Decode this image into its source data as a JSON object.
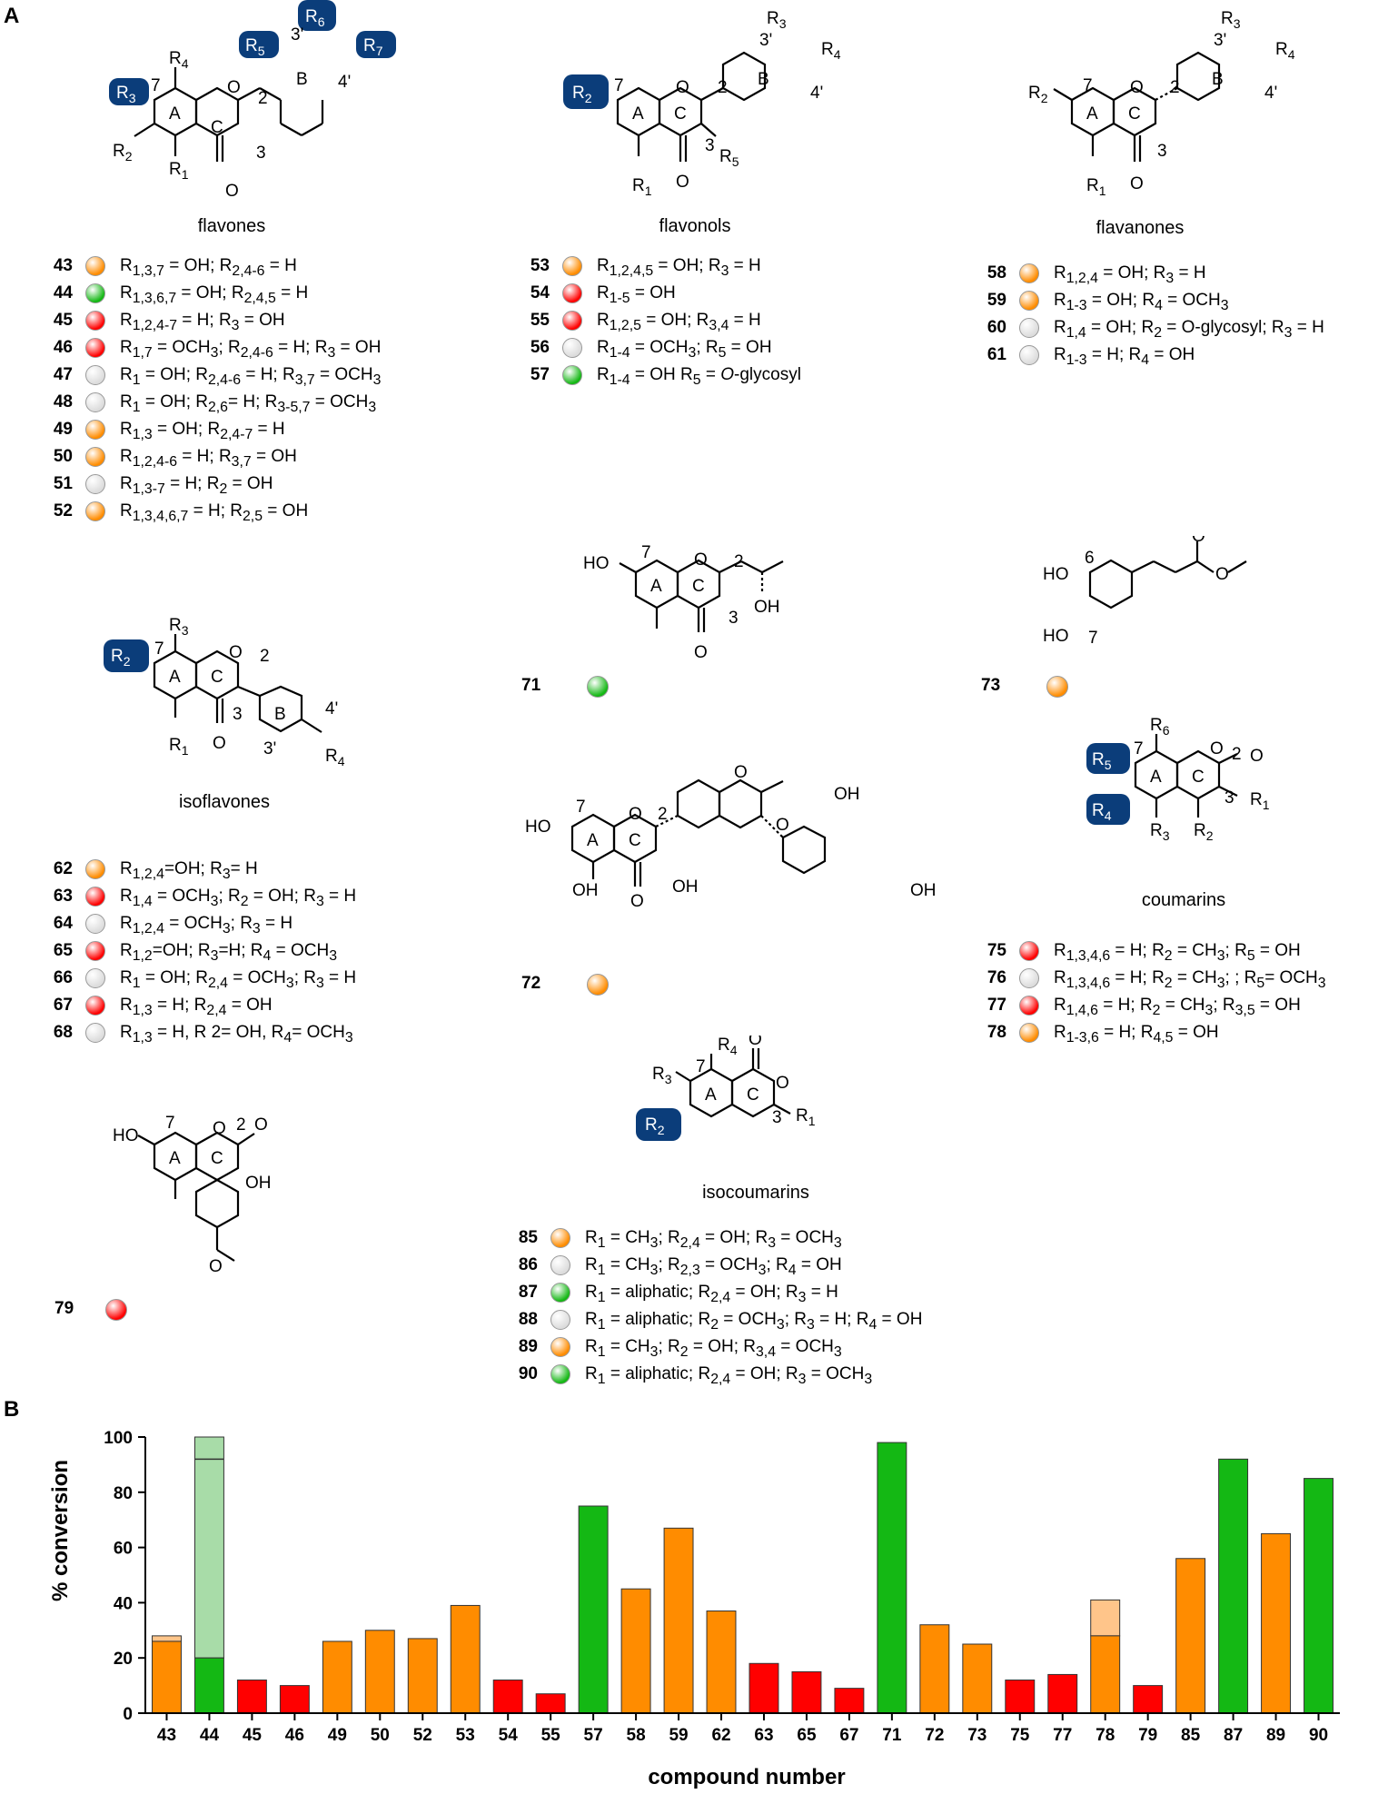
{
  "panels": {
    "a": "A",
    "b": "B"
  },
  "colors": {
    "orange": "#FF8C00",
    "red": "#FF0000",
    "green": "#14B814",
    "grey": "#DCDCDC",
    "light_green": "#A8DCA8",
    "light_orange": "#FFC58A",
    "r_group": "#0B3D7A"
  },
  "classes": {
    "flavones": {
      "title": "flavones",
      "labels": [
        "R4",
        "R3",
        "R2",
        "R1",
        "R5",
        "R6",
        "R7",
        "7",
        "2",
        "3",
        "3'",
        "4'",
        "A",
        "B",
        "C",
        "O",
        "O"
      ],
      "entries": [
        {
          "num": "43",
          "color": "orange",
          "text": "R1,3,7 = OH; R2,4-6 = H"
        },
        {
          "num": "44",
          "color": "green",
          "text": "R1,3,6,7 = OH; R2,4,5 = H"
        },
        {
          "num": "45",
          "color": "red",
          "text": "R1,2,4-7 = H; R3 = OH"
        },
        {
          "num": "46",
          "color": "red",
          "text": "R1,7 = OCH3;  R2,4-6 = H; R3 = OH"
        },
        {
          "num": "47",
          "color": "grey",
          "text": "R1 = OH; R2,4-6 = H; R3,7 = OCH3"
        },
        {
          "num": "48",
          "color": "grey",
          "text": "R1 = OH; R2,6= H; R3-5,7 = OCH3"
        },
        {
          "num": "49",
          "color": "orange",
          "text": "R1,3 = OH; R2,4-7 = H"
        },
        {
          "num": "50",
          "color": "orange",
          "text": "R1,2,4-6 = H; R3,7 = OH"
        },
        {
          "num": "51",
          "color": "grey",
          "text": "R1,3-7 = H; R2 = OH"
        },
        {
          "num": "52",
          "color": "orange",
          "text": "R1,3,4,6,7 = H; R2,5 = OH"
        }
      ]
    },
    "flavonols": {
      "title": "flavonols",
      "labels": [
        "R3",
        "R4",
        "R2",
        "R1",
        "R5",
        "7",
        "2",
        "3",
        "3'",
        "4'",
        "A",
        "B",
        "C",
        "O",
        "O"
      ],
      "entries": [
        {
          "num": "53",
          "color": "orange",
          "text": "R1,2,4,5 = OH; R3 = H"
        },
        {
          "num": "54",
          "color": "red",
          "text": "R1-5 = OH"
        },
        {
          "num": "55",
          "color": "red",
          "text": "R1,2,5 = OH; R3,4 = H"
        },
        {
          "num": "56",
          "color": "grey",
          "text": "R1-4 = OCH3; R5 = OH"
        },
        {
          "num": "57",
          "color": "green",
          "text": "R1-4 = OH R5 = O-glycosyl"
        }
      ]
    },
    "flavanones": {
      "title": "flavanones",
      "labels": [
        "R3",
        "R4",
        "R2",
        "R1",
        "7",
        "2",
        "3",
        "3'",
        "4'",
        "A",
        "B",
        "C",
        "O",
        "O"
      ],
      "entries": [
        {
          "num": "58",
          "color": "orange",
          "text": "R1,2,4 = OH; R3 = H"
        },
        {
          "num": "59",
          "color": "orange",
          "text": "R1-3 = OH; R4 = OCH3"
        },
        {
          "num": "60",
          "color": "grey",
          "text": "R1,4 = OH; R2 = O-glycosyl; R3 = H"
        },
        {
          "num": "61",
          "color": "grey",
          "text": "R1-3 = H; R4 = OH"
        }
      ]
    },
    "isoflavones": {
      "title": "isoflavones",
      "labels": [
        "R3",
        "R2",
        "R1",
        "R4",
        "7",
        "2",
        "3",
        "3'",
        "4'",
        "A",
        "B",
        "C",
        "O",
        "O"
      ],
      "entries": [
        {
          "num": "62",
          "color": "orange",
          "text": "R1,2,4=OH; R3= H"
        },
        {
          "num": "63",
          "color": "red",
          "text": "R1,4 = OCH3; R2 = OH; R3 = H"
        },
        {
          "num": "64",
          "color": "grey",
          "text": "R1,2,4 = OCH3; R3 = H"
        },
        {
          "num": "65",
          "color": "red",
          "text": "R1,2=OH; R3=H; R4 = OCH3"
        },
        {
          "num": "66",
          "color": "grey",
          "text": "R1 = OH; R2,4 = OCH3; R3 = H"
        },
        {
          "num": "67",
          "color": "red",
          "text": "R1,3 = H; R2,4 = OH"
        },
        {
          "num": "68",
          "color": "grey",
          "text": "R1,3 = H, R 2= OH, R4= OCH3"
        }
      ]
    },
    "coumarins": {
      "title": "coumarins",
      "labels": [
        "R6",
        "R5",
        "R4",
        "R3",
        "R2",
        "R1",
        "7",
        "2",
        "3",
        "A",
        "C",
        "O",
        "O"
      ],
      "entries": [
        {
          "num": "75",
          "color": "red",
          "text": "R1,3,4,6 = H; R2 = CH3;  R5 = OH"
        },
        {
          "num": "76",
          "color": "grey",
          "text": "R1,3,4,6 = H; R2 = CH3; ; R5= OCH3"
        },
        {
          "num": "77",
          "color": "red",
          "text": "R1,4,6 = H; R2 = CH3; R3,5 = OH"
        },
        {
          "num": "78",
          "color": "orange",
          "text": "R1-3,6 = H; R4,5 = OH"
        }
      ]
    },
    "isocoumarins": {
      "title": "isocoumarins",
      "labels": [
        "R4",
        "R3",
        "R2",
        "R1",
        "7",
        "3",
        "A",
        "C",
        "O",
        "O"
      ],
      "entries": [
        {
          "num": "85",
          "color": "orange",
          "text": "R1 = CH3; R2,4 = OH; R3 = OCH3"
        },
        {
          "num": "86",
          "color": "grey",
          "text": "R1 = CH3; R2,3 = OCH3;  R4 = OH"
        },
        {
          "num": "87",
          "color": "green",
          "text": "R1 = aliphatic; R2,4 = OH; R3 = H"
        },
        {
          "num": "88",
          "color": "grey",
          "text": "R1 = aliphatic; R2 = OCH3; R3 = H; R4 = OH"
        },
        {
          "num": "89",
          "color": "orange",
          "text": "R1 = CH3; R2 = OH; R3,4 = OCH3"
        },
        {
          "num": "90",
          "color": "green",
          "text": "R1 = aliphatic; R2,4 = OH; R3 = OCH3"
        }
      ]
    }
  },
  "singles": {
    "c71": {
      "num": "71",
      "color": "green",
      "labels": [
        "HO",
        "7",
        "2",
        "3",
        "A",
        "C",
        "O",
        "O",
        "OH"
      ]
    },
    "c72": {
      "num": "72",
      "color": "orange",
      "labels": [
        "HO",
        "7",
        "2",
        "A",
        "C",
        "O",
        "O",
        "O",
        "O",
        "OH",
        "OH",
        "OH",
        "OH"
      ]
    },
    "c73": {
      "num": "73",
      "color": "orange",
      "labels": [
        "HO",
        "HO",
        "6",
        "7",
        "O",
        "O"
      ]
    },
    "c79": {
      "num": "79",
      "color": "red",
      "labels": [
        "HO",
        "7",
        "2",
        "A",
        "C",
        "O",
        "O",
        "OH",
        "O"
      ]
    }
  },
  "chart_data": {
    "type": "bar",
    "xlabel": "compound number",
    "ylabel": "% conversion",
    "ylim": [
      0,
      100
    ],
    "yticks": [
      "0",
      "20",
      "40",
      "60",
      "80",
      "100"
    ],
    "categories": [
      "43",
      "44",
      "45",
      "46",
      "49",
      "50",
      "52",
      "53",
      "54",
      "55",
      "57",
      "58",
      "59",
      "62",
      "63",
      "65",
      "67",
      "71",
      "72",
      "73",
      "75",
      "77",
      "78",
      "79",
      "85",
      "87",
      "89",
      "90"
    ],
    "values": [
      26,
      20,
      12,
      10,
      26,
      30,
      27,
      39,
      12,
      7,
      75,
      45,
      67,
      37,
      18,
      15,
      9,
      98,
      32,
      25,
      12,
      14,
      28,
      10,
      56,
      92,
      65,
      85
    ],
    "extra_values": [
      2,
      80,
      0,
      0,
      0,
      0,
      0,
      0,
      0,
      0,
      0,
      0,
      0,
      0,
      0,
      0,
      0,
      0,
      0,
      0,
      0,
      0,
      13,
      0,
      0,
      0,
      0,
      0
    ],
    "colors": [
      "orange",
      "green",
      "red",
      "red",
      "orange",
      "orange",
      "orange",
      "orange",
      "red",
      "red",
      "green",
      "orange",
      "orange",
      "orange",
      "red",
      "red",
      "red",
      "green",
      "orange",
      "orange",
      "red",
      "red",
      "orange",
      "red",
      "orange",
      "green",
      "orange",
      "green"
    ],
    "marks": [
      {
        "category": "44",
        "value": 92
      }
    ]
  }
}
